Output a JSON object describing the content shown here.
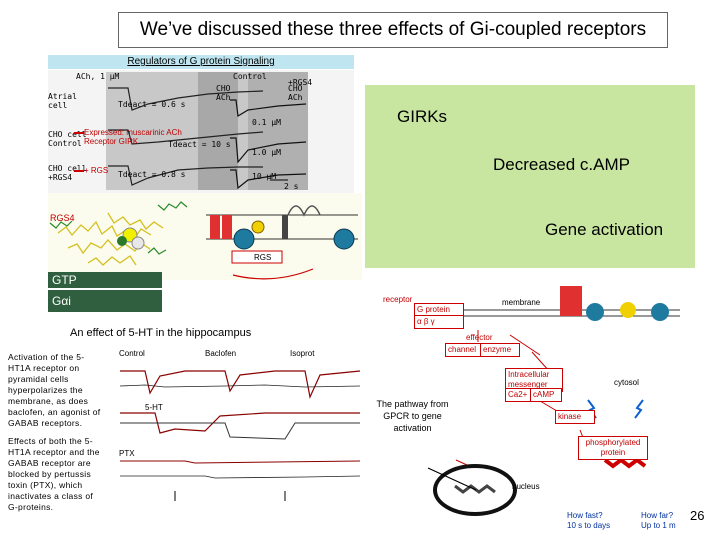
{
  "title": "We’ve discussed these three effects of Gi-coupled receptors",
  "rgs_header": "Regulators of G protein Signaling",
  "traces_panel": {
    "ach_label": "ACh, 1 μM",
    "control_label": "Control",
    "rgs4_label": "+RGS4",
    "atrial_cell": "Atrial cell",
    "cho_cell_control": "CHO cell Control",
    "cho_cell_rgs4": "CHO cell +RGS4",
    "tdeact_1": "Tdeact = 0.6 s",
    "tdeact_2": "Tdeact = 10 s",
    "tdeact_3": "Tdeact = 0.8 s",
    "cho_ach": "CHO ACh",
    "cho_ach_2": "CHO ACh",
    "conc_1": "0.1 μM",
    "conc_2": "1.0 μM",
    "conc_3": "10 μM",
    "scale": "2 s",
    "expressed_label": "Expressed: muscarinic ACh Receptor GIRK",
    "rgs_small": "+ RGS"
  },
  "green_panel": {
    "girks": "GIRKs",
    "camp": "Decreased c.AMP",
    "gene": "Gene activation"
  },
  "molecule_panel": {
    "rgs4_label": "RGS4",
    "rgs_box": "RGS"
  },
  "gtp_label": "GTP",
  "gai_label": "Gαi",
  "hippo_title": "An effect of 5-HT in the hippocampus",
  "left_text_1": "Activation of the 5-HT1A receptor on pyramidal cells hyperpolarizes the membrane, as does baclofen, an agonist of GABAB receptors.",
  "left_text_2": "Effects of both the 5-HT1A receptor and the GABAB receptor are blocked by pertussis toxin (PTX), which inactivates a class of G-proteins.",
  "hippo_traces": {
    "control": "Control",
    "baclofen": "Baclofen",
    "isoprot": "Isoprot",
    "ht5": "5-HT",
    "ptx": "PTX"
  },
  "pathway": {
    "receptor": "receptor",
    "g_protein": "G protein",
    "g_sub": "α  β  γ",
    "membrane": "membrane",
    "effector": "effector",
    "channel": "channel",
    "enzyme": "enzyme",
    "intracellular": "Intracellular messenger",
    "ca": "Ca2+",
    "camp": "cAMP",
    "cytosol": "cytosol",
    "kinase": "kinase",
    "phospho": "phosphorylated protein",
    "nucleus": "nucleus",
    "how_fast_1": "How fast?",
    "how_fast_1b": "10 s to days",
    "how_fast_2": "How far?",
    "how_fast_2b": "Up to 1 m",
    "pathway_text": "The pathway from GPCR to gene activation"
  },
  "page_number": "26",
  "colors": {
    "green_panel": "#c8e6a0",
    "header_blue": "#bfe6f0",
    "gai_bar": "#2f5f3f",
    "accent_red": "#c00000"
  }
}
